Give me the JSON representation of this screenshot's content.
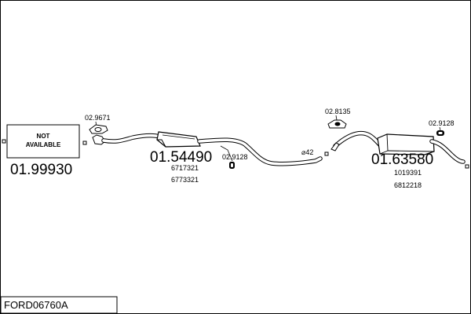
{
  "diagram": {
    "model_code": "FORD06760A",
    "sections": [
      {
        "part_number": "01.99930",
        "note_line1": "NOT",
        "note_line2": "AVAILABLE"
      },
      {
        "part_number": "01.54490",
        "oem_numbers": [
          "6717321",
          "6773321"
        ]
      },
      {
        "part_number": "01.63580",
        "oem_numbers": [
          "1019391",
          "6812218"
        ]
      }
    ],
    "fittings": [
      {
        "ref": "02.9671",
        "icon": "gasket-icon"
      },
      {
        "ref": "02.9128",
        "icon": "rubber-hanger-icon"
      },
      {
        "ref": "02.8135",
        "icon": "mounting-bracket-icon"
      },
      {
        "ref": "02.9128",
        "icon": "rubber-hanger-icon"
      }
    ],
    "pipe_diameter_label": "⌀42",
    "colors": {
      "line": "#000000",
      "background": "#ffffff"
    }
  }
}
